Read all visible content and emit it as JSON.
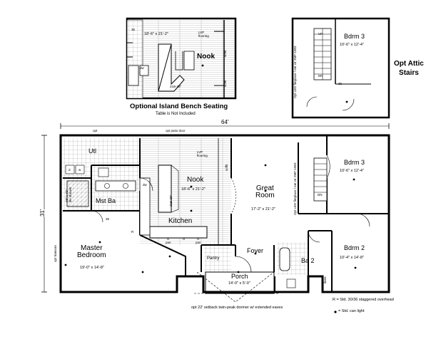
{
  "inset_nook": {
    "caption": "Optional Island Bench Seating",
    "subcaption": "Table is Not Included",
    "room": "Nook",
    "size": "18'-6\" x 21'-2\"",
    "floor": "LVP\nflooring",
    "bench": "21B-38\"",
    "soffit1": "soffit",
    "soffit2": "soffit",
    "counter": "opt\ncounter",
    "dw": "dw",
    "num": "36"
  },
  "inset_bdrm3": {
    "caption": "Opt Attic\nStairs",
    "room": "Bdrm 3",
    "size": "10'-6\" x 12'-4\"",
    "wall_note": "Opt LED fireplace / ent ctr 2MF-1003",
    "up": "UP",
    "dn": "DN",
    "num": "36"
  },
  "plan": {
    "overall_width": "64'",
    "overall_depth": "31'",
    "top_opt": "opt",
    "patio": "opt patio door",
    "transom": "opt transom",
    "dormer_note": "opt 22' setback twin-peak dormer w/ extended eaves",
    "rooms": {
      "utl": "Utl",
      "mst_ba": "Mst Ba",
      "mst_tile": "48\" x 72\"\ntile shower",
      "master": "Master\nBedroom",
      "master_size": "19'-0\" x 14'-8\"",
      "nook": "Nook",
      "nook_size": "18'-6\" x 21'-2\"",
      "nook_floor": "LVP\nflooring",
      "kitchen": "Kitchen",
      "great": "Great\nRoom",
      "great_size": "17'-2\" x 21'-2\"",
      "foyer": "Foyer",
      "pantry": "Pantry",
      "porch": "Porch",
      "porch_size": "14'-0\" x 5'-0\"",
      "bdrm3": "Bdrm 3",
      "bdrm3_size": "10'-6\" x 12'-4\"",
      "bdrm2": "Bdrm 2",
      "bdrm2_size": "10'-4\" x 14'-8\"",
      "ba2": "Ba 2",
      "linen": "linen",
      "dn": "DN",
      "fireplace": "Opt LED fireplace / ent ctr 2MF-1003",
      "island": "21B-39\"",
      "pan1": "R\npan",
      "pan2": "R",
      "pan3": "R\npan",
      "soffit": "soffit",
      "num36": "36",
      "w": "w",
      "d": "d",
      "r": "R",
      "dw": "dw"
    }
  },
  "legend": {
    "line1": "R = Std. 30/36 staggered overhead",
    "line2": "= Std. can light"
  }
}
